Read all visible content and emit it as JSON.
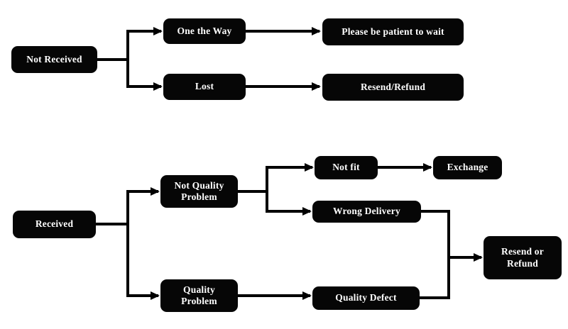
{
  "diagram": {
    "type": "flowchart",
    "colors": {
      "node_fill": "#060606",
      "node_text": "#ffffff",
      "connector": "#000000",
      "background": "#ffffff"
    },
    "nodes": {
      "not_received": "Not Received",
      "on_the_way": "One the Way",
      "please_wait": "Please be patient to wait",
      "lost": "Lost",
      "resend_refund": "Resend/Refund",
      "received": "Received",
      "not_quality_problem": "Not Quality Problem",
      "not_fit": "Not fit",
      "exchange": "Exchange",
      "wrong_delivery": "Wrong Delivery",
      "quality_problem": "Quality Problem",
      "quality_defect": "Quality Defect",
      "resend_or_refund": "Resend or Refund"
    },
    "edges": [
      {
        "from": "not_received",
        "to": "on_the_way"
      },
      {
        "from": "not_received",
        "to": "lost"
      },
      {
        "from": "on_the_way",
        "to": "please_wait"
      },
      {
        "from": "lost",
        "to": "resend_refund"
      },
      {
        "from": "received",
        "to": "not_quality_problem"
      },
      {
        "from": "received",
        "to": "quality_problem"
      },
      {
        "from": "not_quality_problem",
        "to": "not_fit"
      },
      {
        "from": "not_quality_problem",
        "to": "wrong_delivery"
      },
      {
        "from": "not_fit",
        "to": "exchange"
      },
      {
        "from": "wrong_delivery",
        "to": "resend_or_refund"
      },
      {
        "from": "quality_problem",
        "to": "quality_defect"
      },
      {
        "from": "quality_defect",
        "to": "resend_or_refund"
      }
    ]
  }
}
